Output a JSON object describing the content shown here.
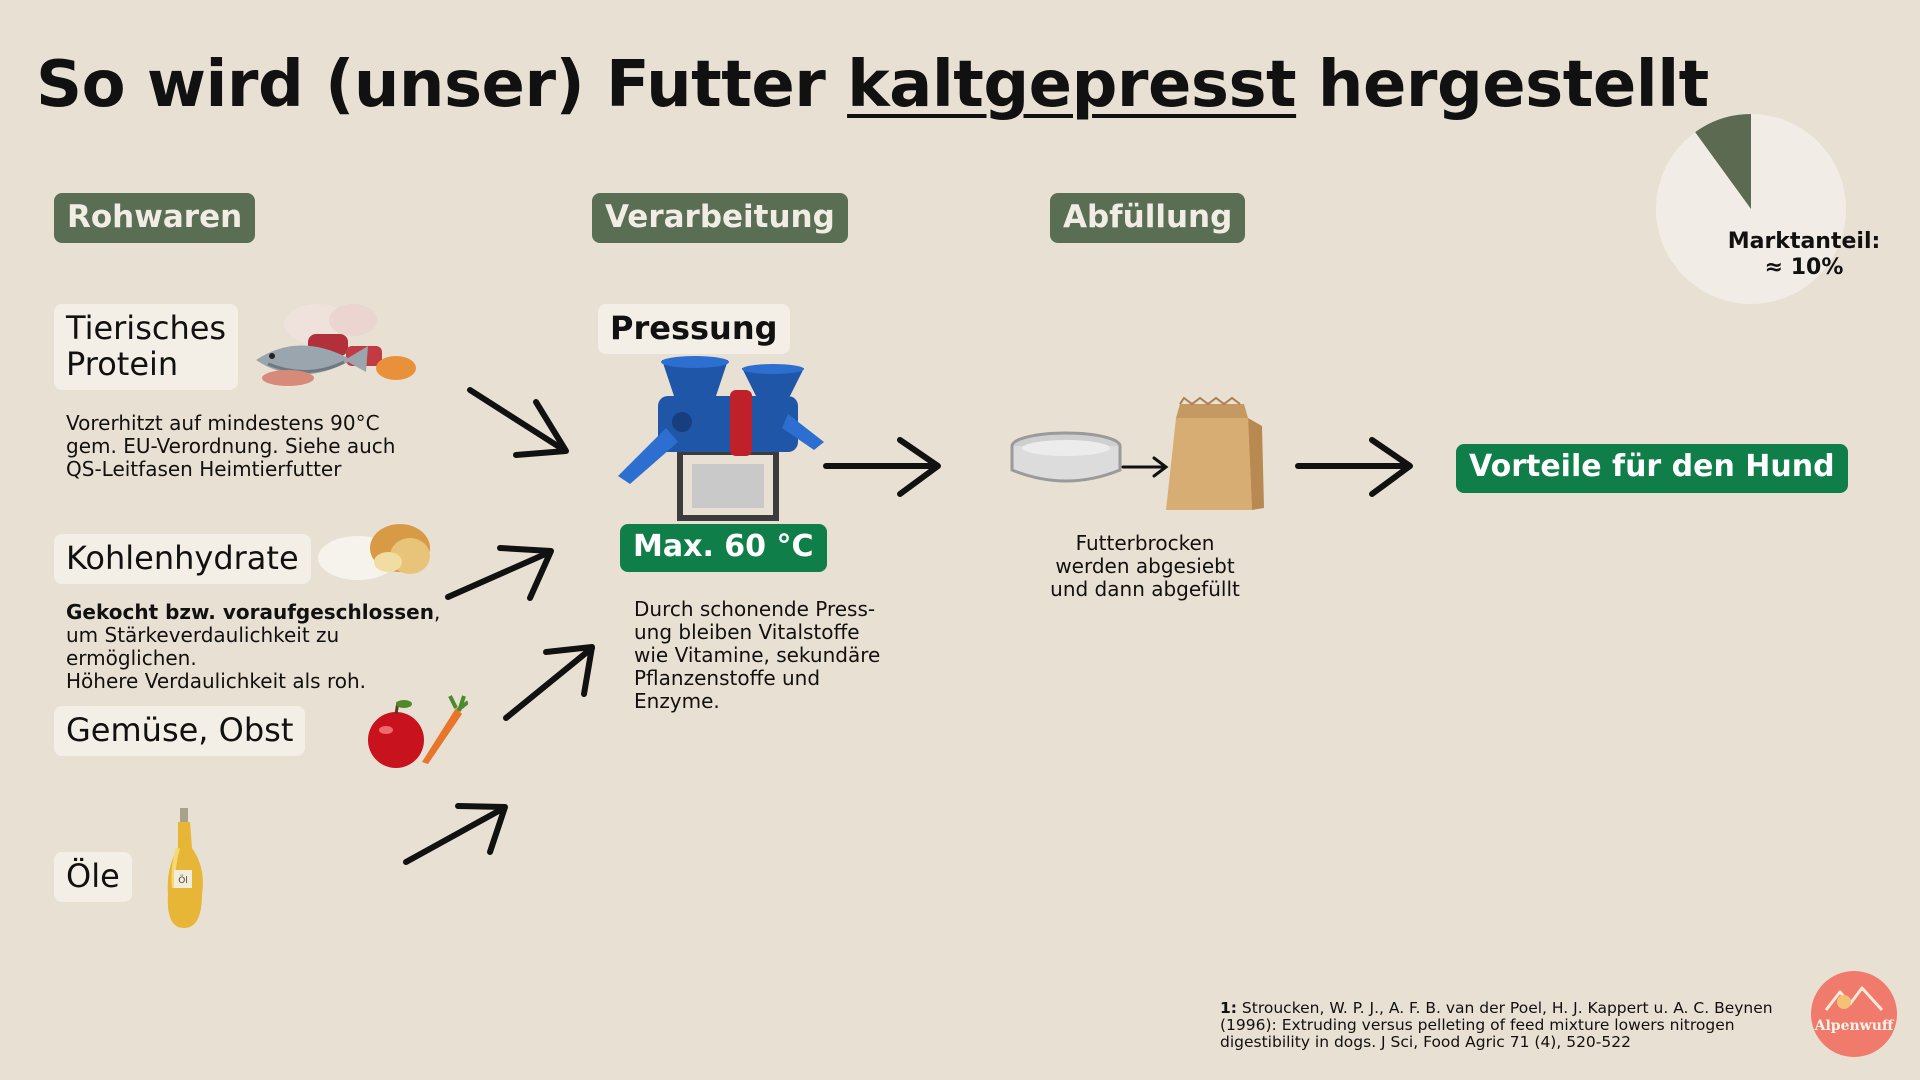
{
  "title": {
    "part1": "So wird (unser) Futter ",
    "underlined": "kaltgepresst",
    "part2": " hergestellt"
  },
  "market_share": {
    "label": "Marktanteil:",
    "value_text": "≈ 10%",
    "fraction": 0.1,
    "slice_color": "#5b6a50",
    "bg_color": "#f1ede6"
  },
  "columns": {
    "raw": "Rohwaren",
    "processing": "Verarbeitung",
    "filling": "Abfüllung"
  },
  "ingredients": [
    {
      "label_line1": "Tierisches",
      "label_line2": "Protein",
      "desc": [
        "Vorerhitzt auf mindestens 90°C",
        "gem. EU-Verordnung. Siehe auch",
        "QS-Leitfasen Heimtierfutter"
      ],
      "icon": "meat-fish-icon"
    },
    {
      "label": "Kohlenhydrate",
      "desc_bold": "Gekocht bzw. voraufgeschlossen",
      "desc_rest": ",",
      "desc": [
        "um Stärkeverdaulichkeit zu",
        "ermöglichen.",
        "Höhere Verdaulichkeit als roh."
      ],
      "icon": "potato-flour-icon"
    },
    {
      "label": "Gemüse, Obst",
      "icon": "apple-carrot-icon"
    },
    {
      "label": "Öle",
      "icon": "oil-bottle-icon",
      "bottle_text": "Öl"
    }
  ],
  "pressing": {
    "label": "Pressung",
    "icon": "pellet-press-machine-icon",
    "temp": "Max. 60 °C",
    "desc": [
      "Durch schonende Press-",
      "ung bleiben Vitalstoffe",
      "wie Vitamine, sekundäre",
      "Pflanzenstoffe und",
      "Enzyme."
    ]
  },
  "filling": {
    "icons": [
      "sieve-icon",
      "paper-bag-icon"
    ],
    "desc": [
      "Futterbrocken",
      "werden abgesiebt",
      "und dann abgefüllt"
    ]
  },
  "benefits": "Vorteile für den Hund",
  "footnote": {
    "marker": "1:",
    "line1": " Stroucken, W. P. J., A. F. B. van der Poel, H. J. Kappert u. A. C. Beynen",
    "line2": "(1996): Extruding versus pelleting of feed mixture lowers nitrogen",
    "line3": "digestibility in dogs. J Sci, Food Agric 71 (4), 520-522"
  },
  "logo": {
    "text": "Alpenwuff",
    "color": "#f07a6b"
  }
}
